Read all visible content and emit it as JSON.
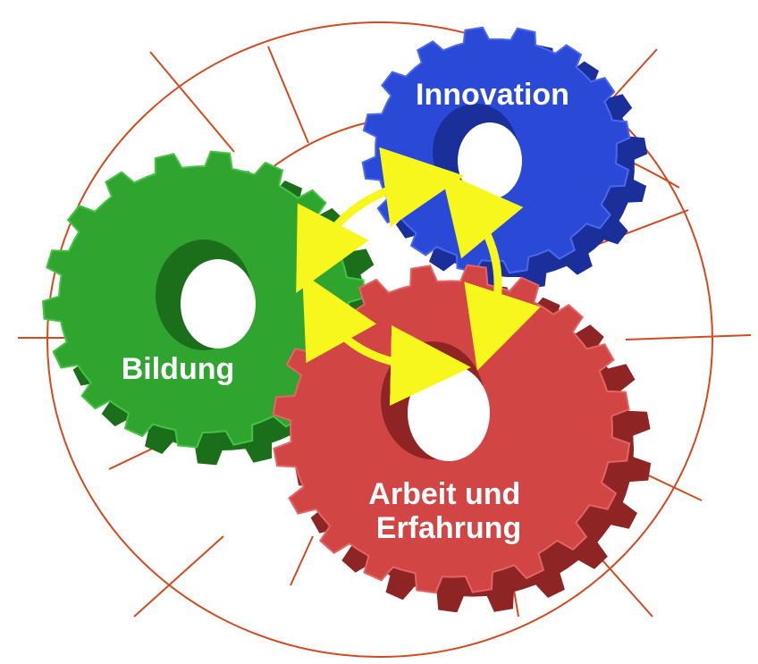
{
  "diagram": {
    "gears": [
      {
        "id": "innovation",
        "label_lines": [
          "Innovation"
        ],
        "color": "#2a49d6",
        "side_color": "#1a2f9a",
        "highlight": "#4a68ee"
      },
      {
        "id": "bildung",
        "label_lines": [
          "Bildung"
        ],
        "color": "#2fa52f",
        "side_color": "#1b6f1b",
        "highlight": "#45c345"
      },
      {
        "id": "arbeit",
        "label_lines": [
          "Arbeit und",
          "Erfahrung"
        ],
        "color": "#d24545",
        "side_color": "#8e2424",
        "highlight": "#e46464"
      }
    ],
    "arrow_color": "#f7f71e",
    "sketch_line_color": "#d24a1e"
  }
}
